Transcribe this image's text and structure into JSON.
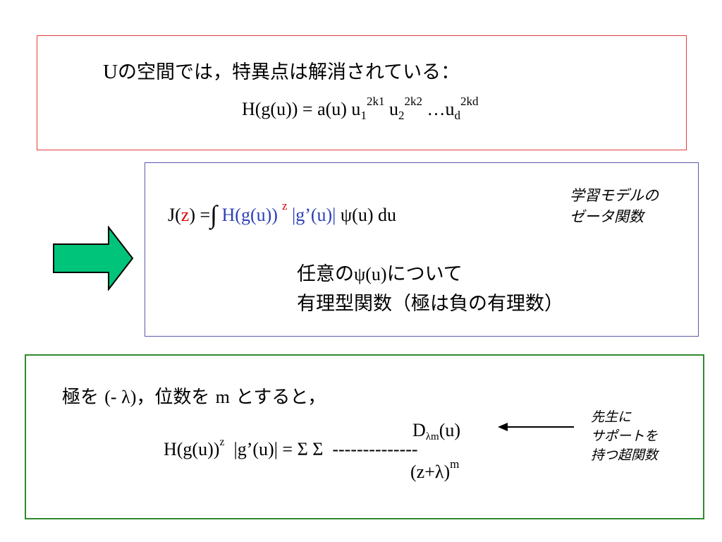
{
  "box1": {
    "line_U": "U",
    "line_text": "の空間では，特異点は解消されている：",
    "formula_main": "H(g(u)) = a(u) u",
    "sub1": "1",
    "sup1": "2k1",
    "u2": " u",
    "sub2": "2",
    "sup2": "2k2",
    "ellipsis": " …u",
    "subd": "d",
    "supd": "2kd"
  },
  "box2": {
    "f_j": "J(",
    "f_z": "z",
    "f_eq": ") =",
    "f_int": "∫",
    "f_h": " H(g(u))",
    "f_supz": "z",
    "f_g": " |g’(u)|",
    "f_rest": " ψ(u) du",
    "note_line1": "学習モデルの",
    "note_line2": "ゼータ関数",
    "line1_a": "任意の",
    "line1_psi": "ψ(u)",
    "line1_b": "について",
    "line2": "有理型関数（極は負の有理数）"
  },
  "box3": {
    "line_a": "極を ",
    "line_lambda": "(- λ)",
    "line_b": "，位数を ",
    "line_m": "m",
    "line_c": " とすると，",
    "numerator_d": "D",
    "numerator_sub": "λm",
    "numerator_u": "(u)",
    "lhs": "H(g(u))",
    "lhs_sup": "z",
    "rhs": "  |g’(u)| = Σ Σ  --------------",
    "denominator": "(z+λ)",
    "denominator_sup": "m",
    "note_line1": "先生に",
    "note_line2": "サポートを",
    "note_line3": "持つ超関数"
  },
  "colors": {
    "box1_border": "#e23b3b",
    "box2_border": "#5a5aa8",
    "box3_border": "#2f8a2f",
    "arrow_fill": "#00c47a",
    "red_text": "#e00000",
    "blue_text": "#2b3fb8"
  }
}
